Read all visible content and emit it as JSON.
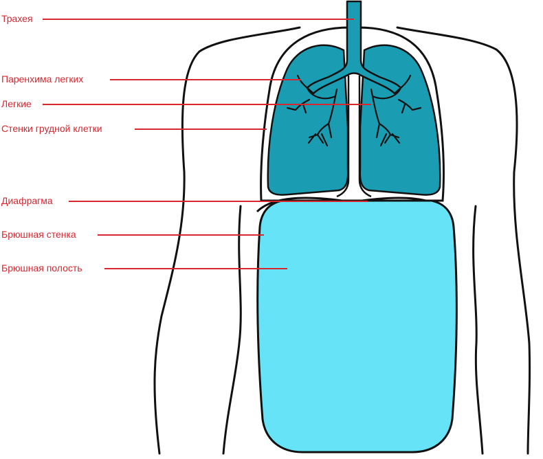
{
  "colors": {
    "lungs": "#1a9cb3",
    "trachea": "#1a9cb3",
    "abdomen": "#66e3f6",
    "outline": "#111111",
    "annotation": "#d8262f"
  },
  "labels": {
    "trachea": "Трахея",
    "lung_parenchyma": "Паренхима легких",
    "lungs": "Легкие",
    "chest_wall": "Стенки грудной клетки",
    "diaphragm": "Диафрагма",
    "abdominal_wall": "Брюшная стенка",
    "abdominal_cavity": "Брюшная полость"
  }
}
